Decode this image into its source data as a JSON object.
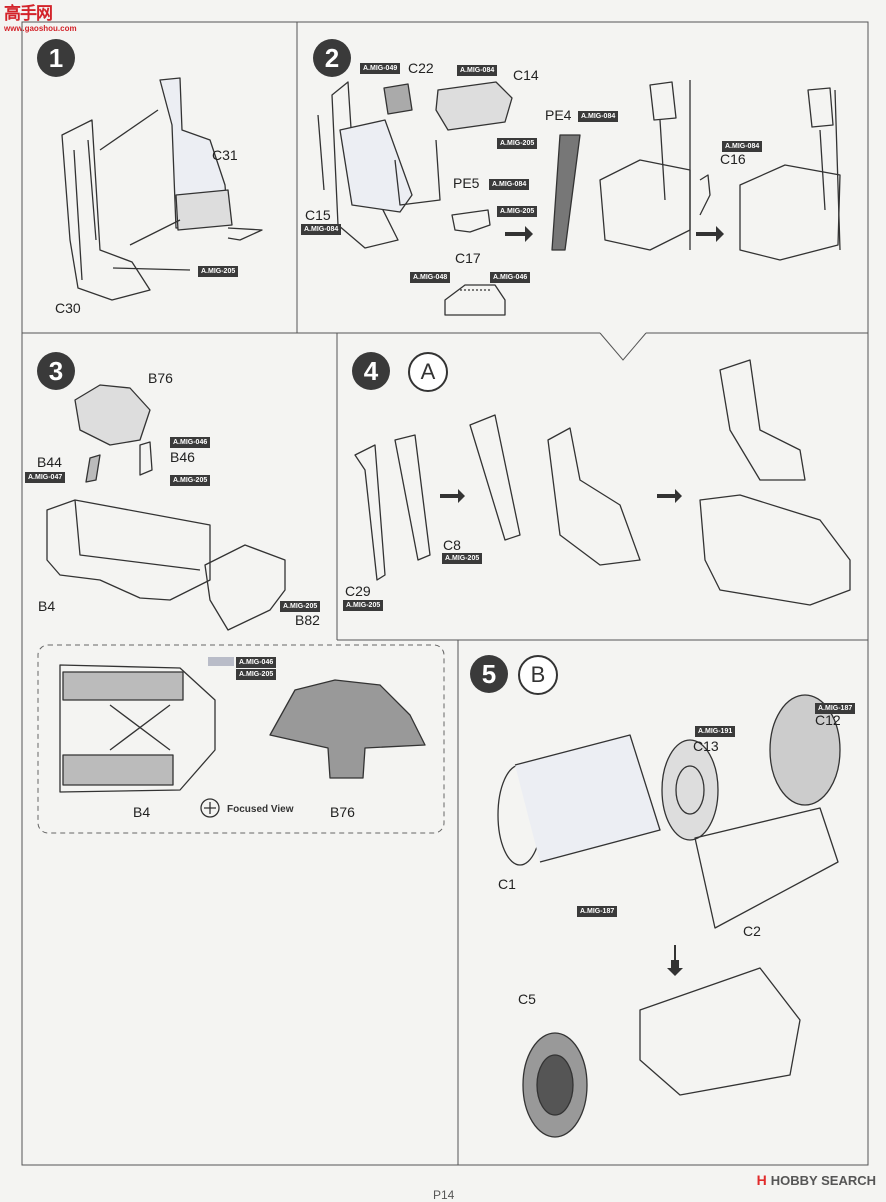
{
  "watermark": {
    "site": "高手网",
    "domain": "www.gaoshou.com"
  },
  "footer": {
    "page": "P14",
    "brand_logo": "H",
    "brand": "HOBBY SEARCH"
  },
  "steps": {
    "s1": "1",
    "s2": "2",
    "s3": "3",
    "s4": "4",
    "s4_letter": "A",
    "s5": "5",
    "s5_letter": "B"
  },
  "focused_view": "Focused View",
  "labels": {
    "C31": "C31",
    "C30": "C30",
    "C22": "C22",
    "C14": "C14",
    "PE4": "PE4",
    "PE5": "PE5",
    "C16": "C16",
    "C15": "C15",
    "C17": "C17",
    "B76": "B76",
    "B44": "B44",
    "B46": "B46",
    "B4": "B4",
    "B82": "B82",
    "C8": "C8",
    "C29": "C29",
    "B4v": "B4",
    "B76v": "B76",
    "C12": "C12",
    "C13": "C13",
    "C1": "C1",
    "C2": "C2",
    "C5": "C5"
  },
  "tags": {
    "t205a": "A.MIG-205",
    "t049": "A.MIG-049",
    "t084a": "A.MIG-084",
    "t205b": "A.MIG-205",
    "t084b": "A.MIG-084",
    "t084c": "A.MIG-084",
    "t084d": "A.MIG-084",
    "t084e": "A.MIG-084",
    "t205c": "A.MIG-205",
    "t048": "A.MIG-048",
    "t046a": "A.MIG-046",
    "t046b": "A.MIG-046",
    "t047": "A.MIG-047",
    "t205d": "A.MIG-205",
    "t205e": "A.MIG-205",
    "t205f": "A.MIG-205",
    "t205g": "A.MIG-205",
    "t046c": "A.MIG-046",
    "t205h": "A.MIG-205",
    "t187a": "A.MIG-187",
    "t191": "A.MIG-191",
    "t187b": "A.MIG-187"
  },
  "colors": {
    "tag_bg": "#3a3a3a",
    "brand_red": "#e12b2b",
    "watermark_red": "#d3232a"
  }
}
